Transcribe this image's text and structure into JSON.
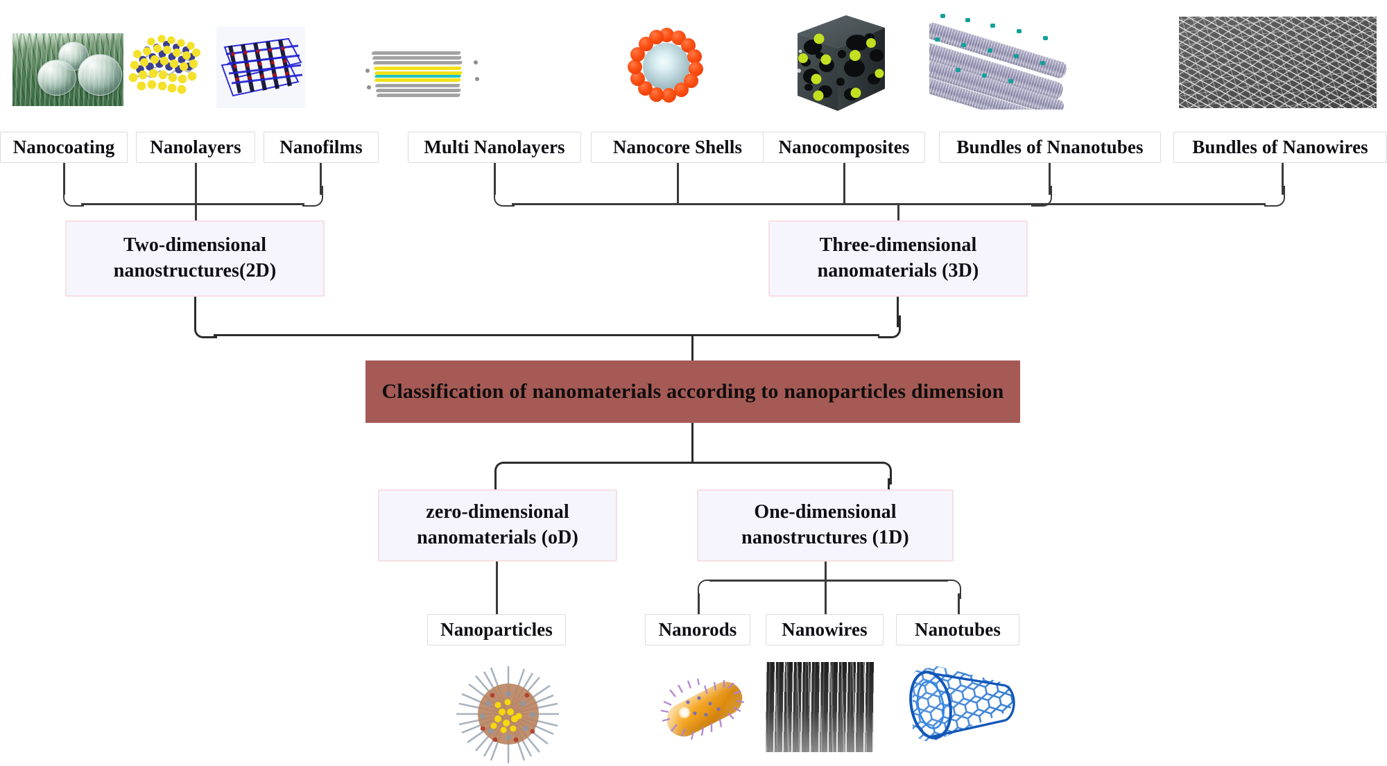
{
  "diagram": {
    "title": "Classification of nanomaterials according to nanoparticles dimension",
    "banner_color": "#a55a56",
    "dim_box_fill": "#f6f5fd",
    "dim_box_border": "#f7dfe2",
    "leaf_box_border": "#dcdcdc",
    "connector_color": "#2b2b2b"
  },
  "two_d": {
    "label_line1": "Two-dimensional",
    "label_line2": "nanostructures(2D)",
    "children": [
      {
        "label": "Nanocoating",
        "image": "nanocoating-green-surface-droplets-image"
      },
      {
        "label": "Nanolayers",
        "image": "nanolayer-yellow-blue-lattice-image"
      },
      {
        "label": "Nanofilms",
        "image": "nanofilm-blue-wireframe-image"
      }
    ]
  },
  "three_d": {
    "label_line1": "Three-dimensional",
    "label_line2": "nanomaterials (3D)",
    "children": [
      {
        "label": "Multi Nanolayers",
        "image": "multi-nanolayer-grey-yellow-slab-image"
      },
      {
        "label": "Nanocore Shells",
        "image": "nanocore-shell-red-beads-sphere-image"
      },
      {
        "label": "Nanocomposites",
        "image": "nanocomposite-porous-cube-image"
      },
      {
        "label": "Bundles of Nnanotubes",
        "image": "bundled-nanotubes-image"
      },
      {
        "label": "Bundles of Nanowires",
        "image": "nanowire-sem-mesh-image"
      }
    ]
  },
  "zero_d": {
    "label_line1": "zero-dimensional",
    "label_line2": "nanomaterials (oD)",
    "children": [
      {
        "label": "Nanoparticles",
        "image": "nanoparticle-ligand-sphere-image"
      }
    ]
  },
  "one_d": {
    "label_line1": "One-dimensional",
    "label_line2": "nanostructures (1D)",
    "children": [
      {
        "label": "Nanorods",
        "image": "nanorod-orange-capsule-image"
      },
      {
        "label": "Nanowires",
        "image": "nanowire-sem-vertical-image"
      },
      {
        "label": "Nanotubes",
        "image": "nanotube-blue-honeycomb-image"
      }
    ]
  }
}
